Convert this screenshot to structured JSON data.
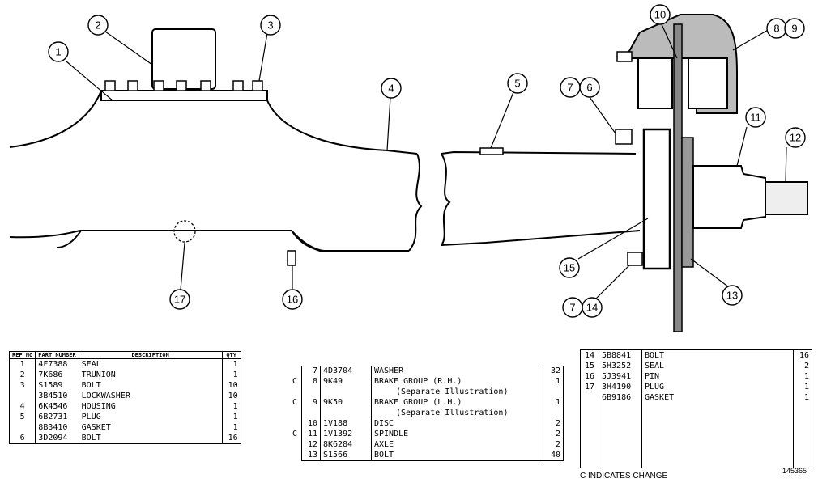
{
  "callouts": [
    "1",
    "2",
    "3",
    "4",
    "5",
    "6",
    "7",
    "8",
    "9",
    "10",
    "11",
    "12",
    "13",
    "14",
    "15",
    "16",
    "17"
  ],
  "table_left": {
    "headers": {
      "ref": "REF NO",
      "part": "PART NUMBER",
      "description": "DESCRIPTION",
      "qty": "QTY"
    },
    "rows": [
      {
        "ref": "1",
        "part": "4F7388",
        "desc": "SEAL",
        "qty": "1"
      },
      {
        "ref": "2",
        "part": "7K686",
        "desc": "TRUNION",
        "qty": "1"
      },
      {
        "ref": "3",
        "part": "S1589",
        "desc": "BOLT",
        "qty": "10"
      },
      {
        "ref": "",
        "part": "3B4510",
        "desc": "LOCKWASHER",
        "qty": "10"
      },
      {
        "ref": "4",
        "part": "6K4546",
        "desc": "HOUSING",
        "qty": "1"
      },
      {
        "ref": "5",
        "part": "6B2731",
        "desc": "PLUG",
        "qty": "1"
      },
      {
        "ref": "",
        "part": "8B3410",
        "desc": "GASKET",
        "qty": "1"
      },
      {
        "ref": "6",
        "part": "3D2094",
        "desc": "BOLT",
        "qty": "16"
      }
    ]
  },
  "table_middle": {
    "rows": [
      {
        "chg": "",
        "ref": "7",
        "part": "4D3704",
        "desc": "WASHER",
        "qty": "32"
      },
      {
        "chg": "C",
        "ref": "8",
        "part": "9K49",
        "desc": "BRAKE GROUP",
        "side": "(R.H.)",
        "qty": "1",
        "note": "(Separate Illustration)"
      },
      {
        "chg": "C",
        "ref": "9",
        "part": "9K50",
        "desc": "BRAKE GROUP",
        "side": "(L.H.)",
        "qty": "1",
        "note": "(Separate Illustration)"
      },
      {
        "chg": "",
        "ref": "10",
        "part": "1V188",
        "desc": "DISC",
        "qty": "2"
      },
      {
        "chg": "C",
        "ref": "11",
        "part": "1V1392",
        "desc": "SPINDLE",
        "qty": "2"
      },
      {
        "chg": "",
        "ref": "12",
        "part": "8K6284",
        "desc": "AXLE",
        "qty": "2"
      },
      {
        "chg": "",
        "ref": "13",
        "part": "S1566",
        "desc": "BOLT",
        "qty": "40"
      }
    ]
  },
  "table_right": {
    "rows": [
      {
        "ref": "14",
        "part": "5B8841",
        "desc": "BOLT",
        "qty": "16"
      },
      {
        "ref": "15",
        "part": "5H3252",
        "desc": "SEAL",
        "qty": "2"
      },
      {
        "ref": "16",
        "part": "5J3941",
        "desc": "PIN",
        "qty": "1"
      },
      {
        "ref": "17",
        "part": "3H4190",
        "desc": "PLUG",
        "qty": "1"
      },
      {
        "ref": "",
        "part": "6B9186",
        "desc": "GASKET",
        "qty": "1"
      }
    ]
  },
  "footer": {
    "change_note": "C INDICATES CHANGE",
    "illustration_no": "145365"
  }
}
